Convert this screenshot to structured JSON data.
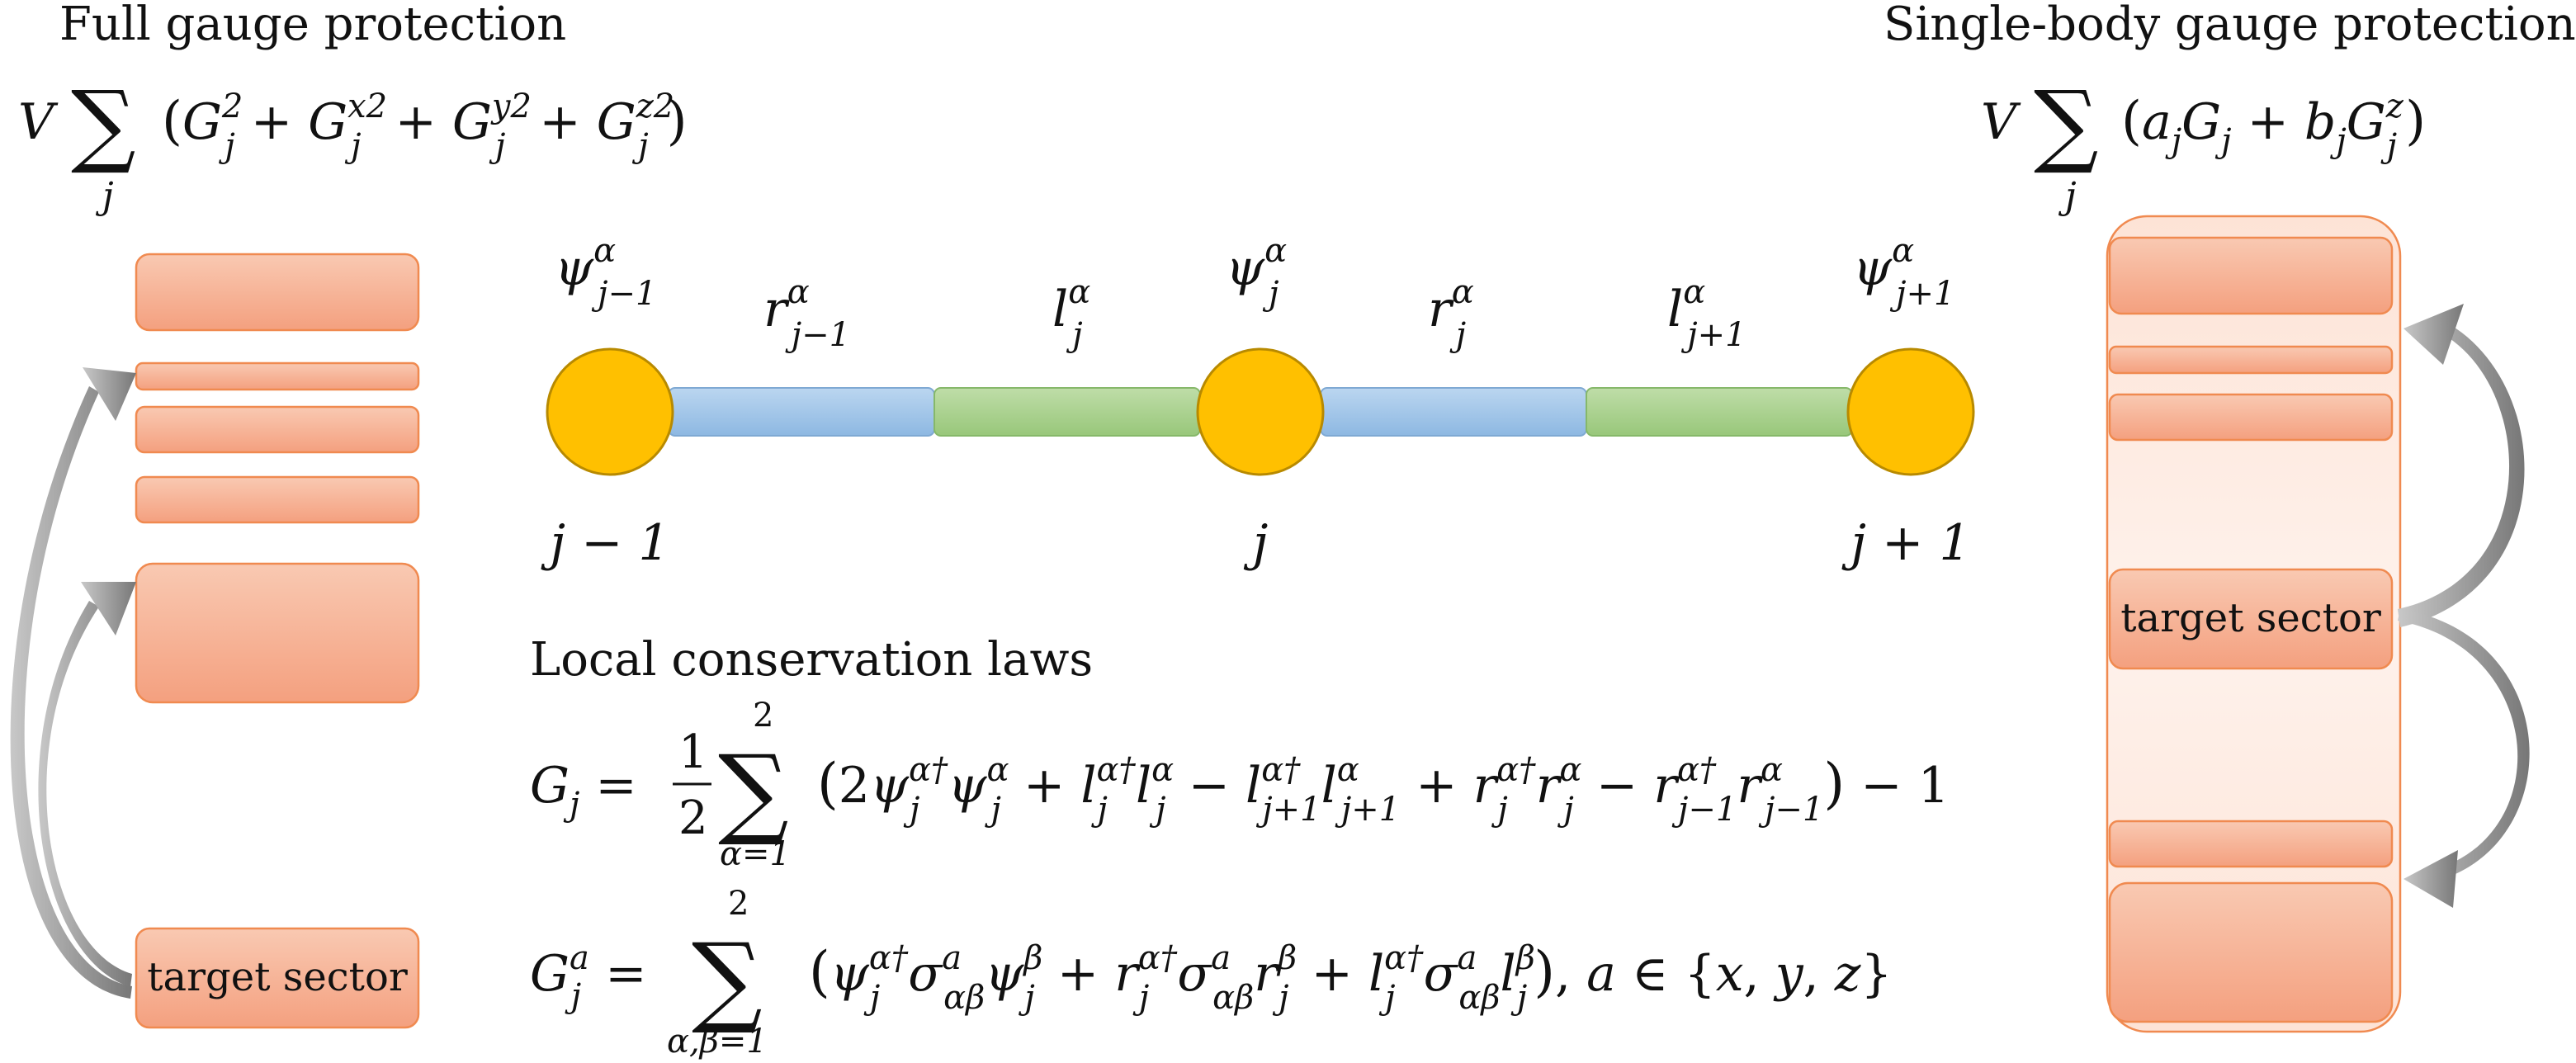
{
  "left_panel": {
    "title": "Full gauge protection",
    "formula_prefix": "V",
    "formula_sum_index": "j",
    "formula_body": "(G_j² + G_j^{x2} + G_j^{y2} + G_j^{z2})",
    "target_label": "target sector"
  },
  "right_panel": {
    "title": "Single-body gauge protection",
    "formula_prefix": "V",
    "formula_sum_index": "j",
    "formula_body": "(a_j G_j + b_j G_j^z)",
    "target_label": "target sector"
  },
  "chain": {
    "site_fields": [
      "ψ_{j−1}^α",
      "ψ_j^α",
      "ψ_{j+1}^α"
    ],
    "site_labels": [
      "j − 1",
      "j",
      "j + 1"
    ],
    "link_fields": [
      "r_{j−1}^α",
      "l_j^α",
      "r_j^α",
      "l_{j+1}^α"
    ],
    "colors": {
      "site": "#FFC000",
      "site_stroke": "#B88A00",
      "link_r": "#9DC3E6",
      "link_l": "#A9D18E"
    }
  },
  "conservation": {
    "heading": "Local conservation laws",
    "eq1_lhs": "G_j =",
    "eq1_sum": "Σ_{α=1}^{2}",
    "eq1_body": "(2ψ_j^{α†}ψ_j^α + l_j^{α†}l_j^α − l_{j+1}^{α†}l_{j+1}^α + r_j^{α†}r_j^α − r_{j−1}^{α†}r_{j−1}^α) − 1",
    "eq2_lhs": "G_j^a =",
    "eq2_sum": "Σ_{α,β=1}^{2}",
    "eq2_body": "(ψ_j^{α†}σ_{αβ}^a ψ_j^β + r_j^{α†}σ_{αβ}^a r_j^β + l_j^{α†}σ_{αβ}^a l_j^β),  a ∈ {x, y, z}"
  },
  "colors": {
    "level_fill_top": "#F8C2A8",
    "level_fill_bottom": "#F4A07F",
    "level_stroke": "#F08A50",
    "arrow": "#9A9A9A"
  }
}
